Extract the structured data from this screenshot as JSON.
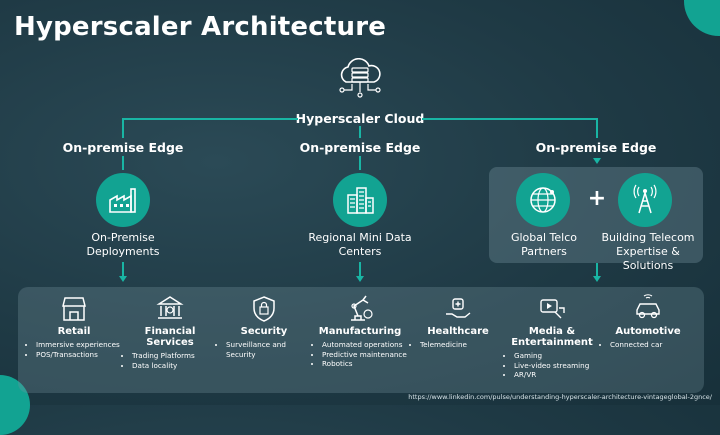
{
  "title": "Hyperscaler Architecture",
  "cloud_label": "Hyperscaler Cloud",
  "edges": [
    "On-premise Edge",
    "On-premise Edge",
    "On-premise Edge"
  ],
  "nodes": {
    "onprem": "On-Premise Deployments",
    "regional": "Regional Mini Data Centers",
    "telco": "Global Telco Partners",
    "building": "Building Telecom Expertise & Solutions"
  },
  "plus": "+",
  "industries": [
    {
      "name": "Retail",
      "items": [
        "Immersive experiences",
        "POS/Transactions"
      ]
    },
    {
      "name": "Financial Services",
      "items": [
        "Trading Platforms",
        "Data locality"
      ]
    },
    {
      "name": "Security",
      "items": [
        "Surveillance and Security"
      ]
    },
    {
      "name": "Manufacturing",
      "items": [
        "Automated operations",
        "Predictive maintenance",
        "Robotics"
      ]
    },
    {
      "name": "Healthcare",
      "items": [
        "Telemedicine"
      ]
    },
    {
      "name": "Media & Entertainment",
      "items": [
        "Gaming",
        "Live-video streaming",
        "AR/VR"
      ]
    },
    {
      "name": "Automotive",
      "items": [
        "Connected car"
      ]
    }
  ],
  "source_url": "https://www.linkedin.com/pulse/understanding-hyperscaler-architecture-vintageglobal-2gnce/",
  "colors": {
    "accent": "#12a392",
    "background": "#1f3a45"
  }
}
